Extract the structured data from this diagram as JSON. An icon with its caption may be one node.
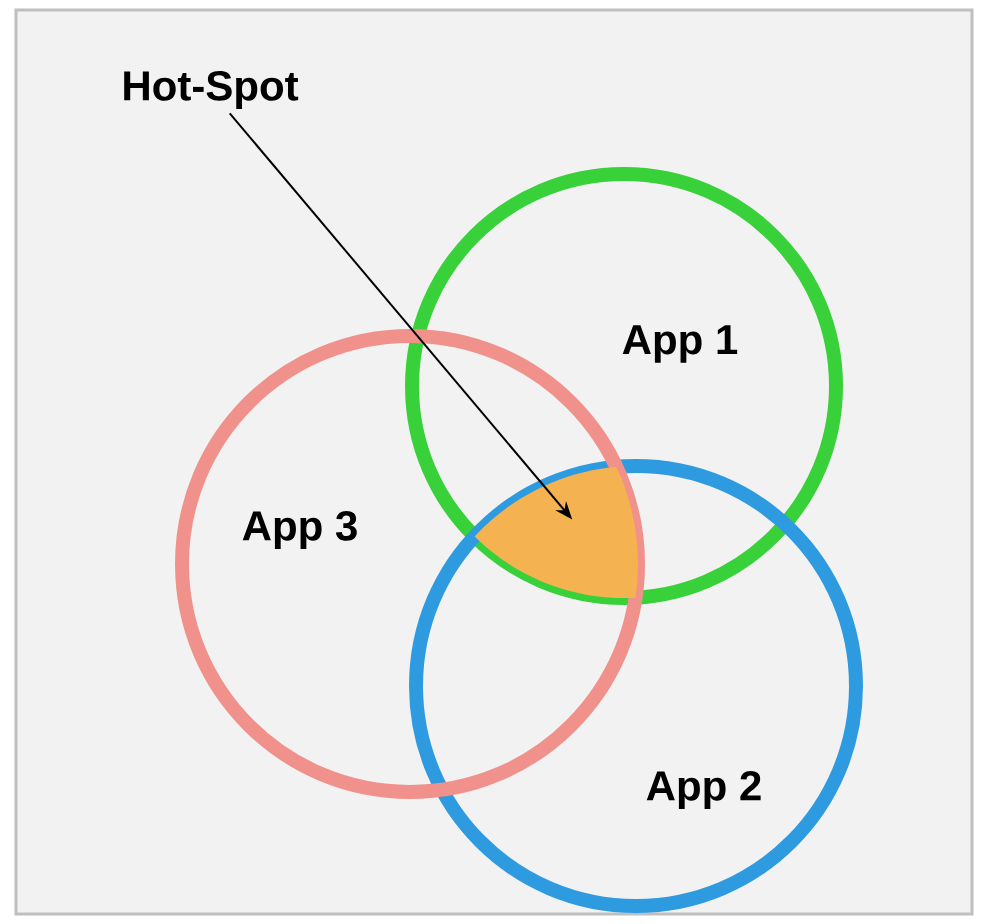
{
  "diagram": {
    "nodes": [
      {
        "text": [
          "Hot-Spot"
        ]
      },
      {
        "text": [
          "App 1"
        ]
      },
      {
        "text": [
          "App 2"
        ]
      },
      {
        "text": [
          "App 3"
        ]
      },
      {
        "text": [],
        "shape": "region"
      }
    ],
    "edges": [
      {
        "from": 0,
        "to": 4,
        "arrow": "to"
      }
    ]
  }
}
